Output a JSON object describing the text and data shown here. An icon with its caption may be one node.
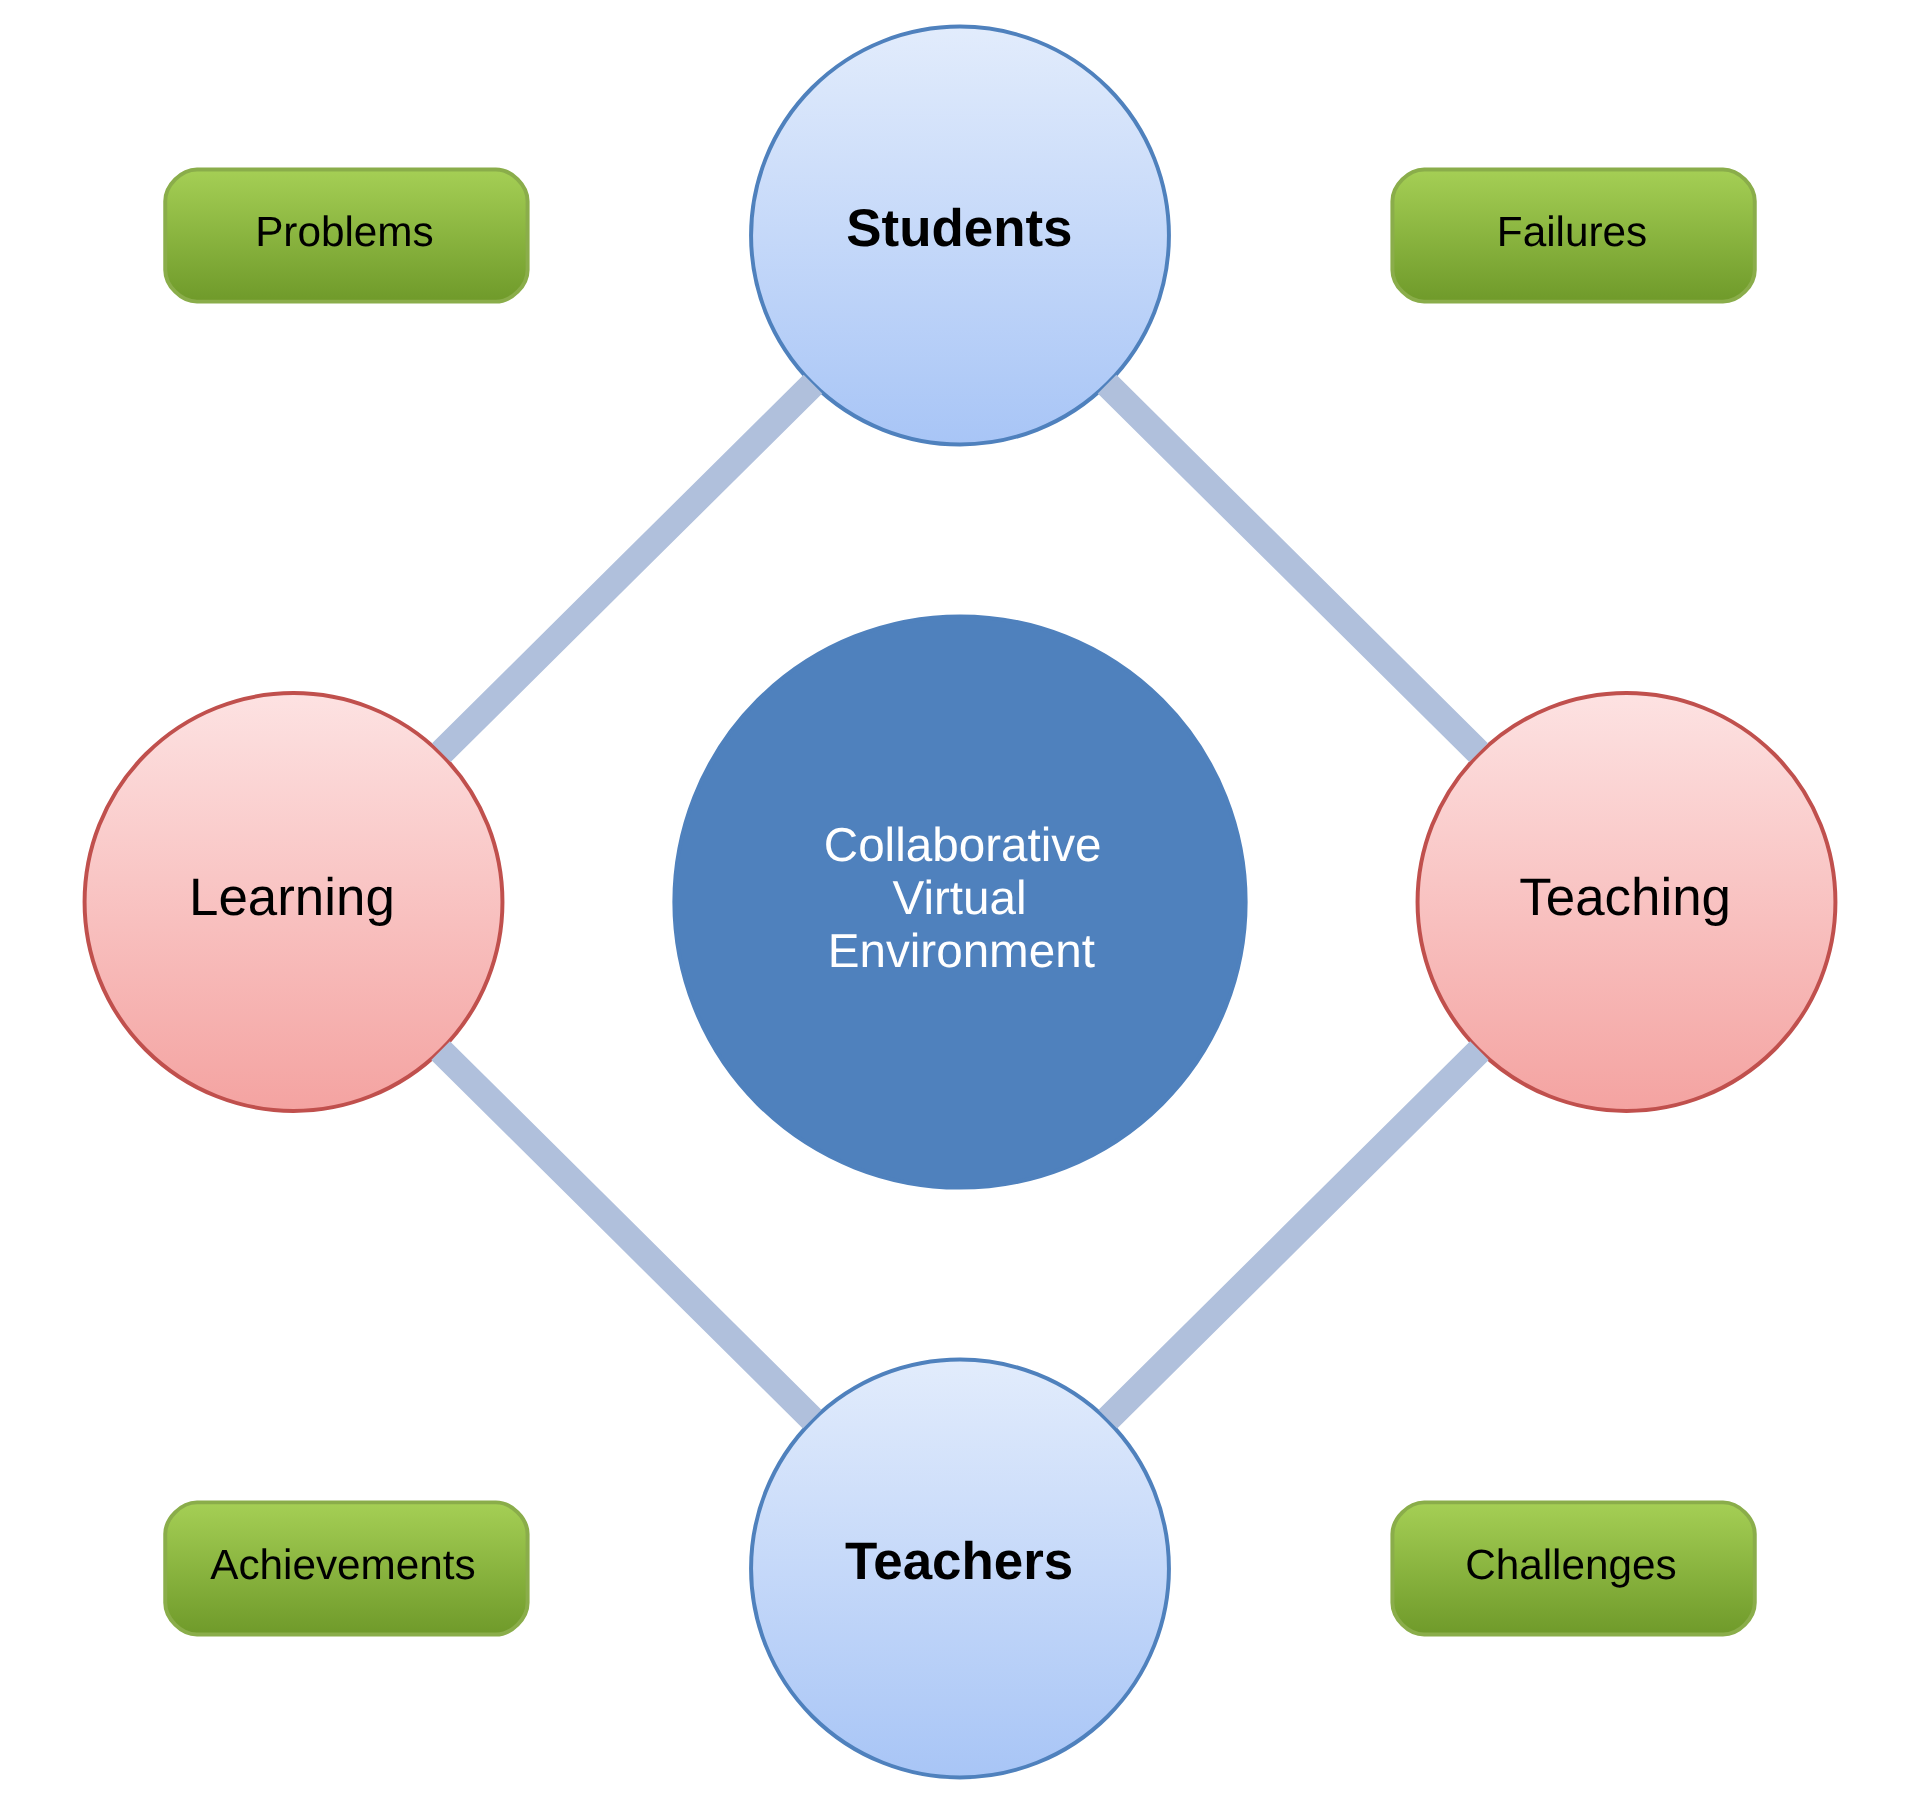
{
  "diagram": {
    "nodes": [
      {
        "text": [
          "Problems"
        ]
      },
      {
        "text": [
          "Students"
        ]
      },
      {
        "text": [
          "Failures"
        ]
      },
      {
        "text": [
          "Learning"
        ]
      },
      {
        "text": [
          "Collaborative Virtual Environment"
        ]
      },
      {
        "text": [
          "Teaching"
        ]
      },
      {
        "text": [
          "Achievements"
        ]
      },
      {
        "text": [
          "Teachers"
        ]
      },
      {
        "text": [
          "Challenges"
        ]
      }
    ],
    "edges": [
      {
        "from": 1,
        "to": 3,
        "arrow": "none"
      },
      {
        "from": 1,
        "to": 5,
        "arrow": "none"
      },
      {
        "from": 3,
        "to": 7,
        "arrow": "none"
      },
      {
        "from": 5,
        "to": 7,
        "arrow": "none"
      }
    ]
  }
}
